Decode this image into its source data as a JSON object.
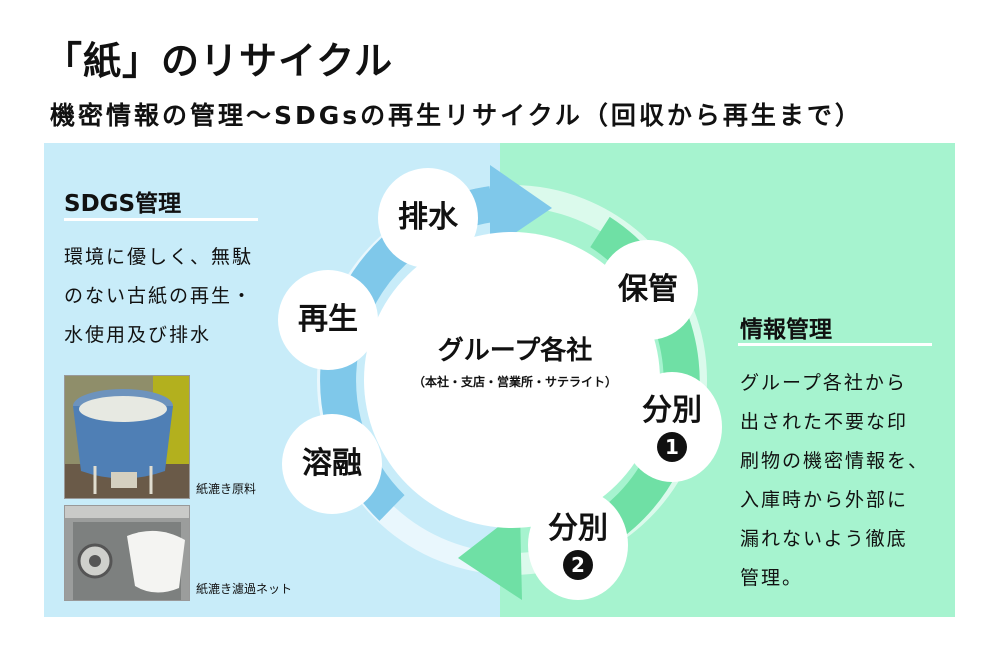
{
  "title": "「紙」のリサイクル",
  "subtitle": "機密情報の管理〜SDGsの再生リサイクル（回収から再生まで）",
  "left_panel": {
    "heading": "SDGS管理",
    "body_lines": [
      "環境に優しく、無駄",
      "のない古紙の再生・",
      "水使用及び排水"
    ],
    "photos": [
      {
        "caption": "紙漉き原料",
        "icon": "pulp-bucket-photo"
      },
      {
        "caption": "紙漉き濾過ネット",
        "icon": "filter-net-photo"
      }
    ]
  },
  "right_panel": {
    "heading": "情報管理",
    "body_lines": [
      "グループ各社から",
      "出された不要な印",
      "刷物の機密情報を、",
      "入庫時から外部に",
      "漏れないよう徹底",
      "管理。"
    ]
  },
  "cycle": {
    "center_title": "グループ各社",
    "center_subtitle": "（本社・支店・営業所・サテライト）",
    "steps": {
      "drain": "排水",
      "regen": "再生",
      "melt": "溶融",
      "storage": "保管",
      "sort1_label": "分別",
      "sort1_num": "❶",
      "sort2_label": "分別",
      "sort2_num": "❷"
    },
    "colors": {
      "blue_arrow": "#7fc8ea",
      "green_arrow": "#6fe0a5",
      "left_bg": "#c8ecf9",
      "right_bg": "#a6f3cf"
    }
  }
}
